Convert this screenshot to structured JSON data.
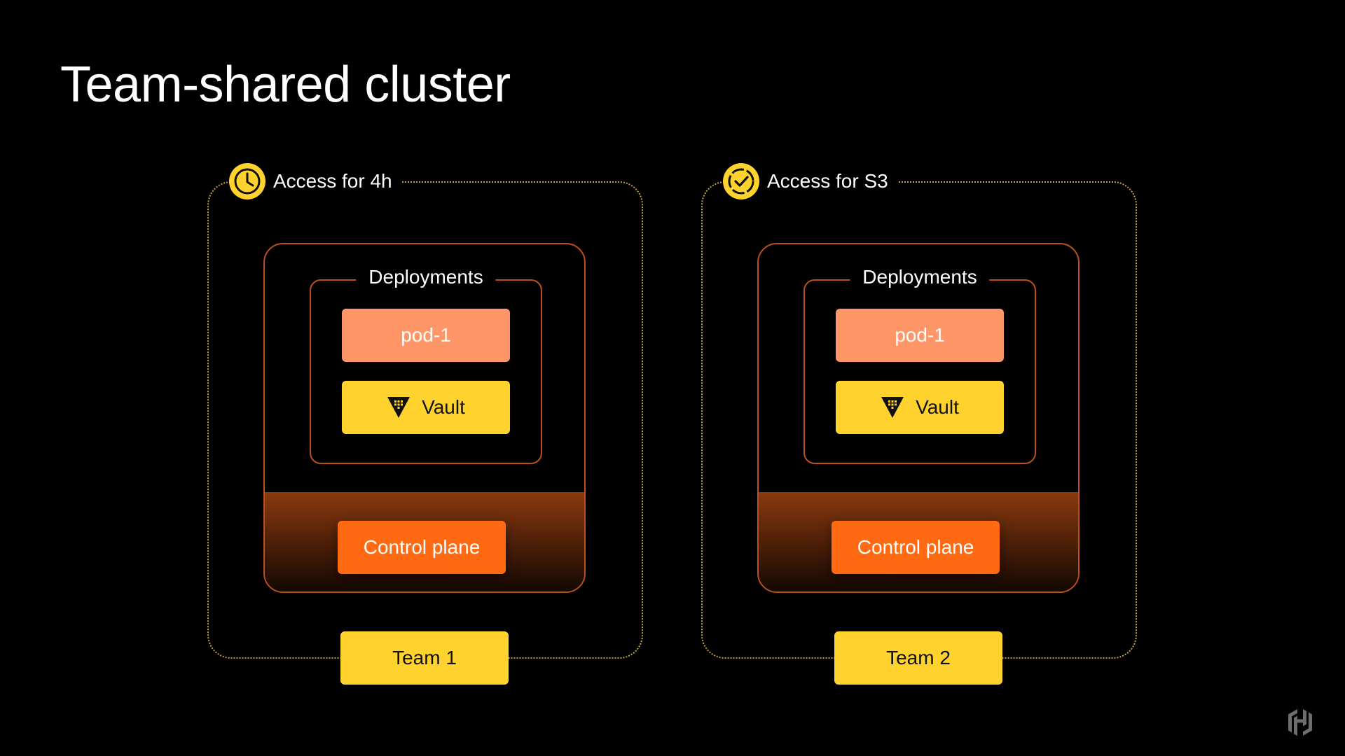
{
  "title": "Team-shared cluster",
  "colors": {
    "background": "#000000",
    "dotted_frame": "#c9a13a",
    "cluster_border": "#b9501e",
    "pod": "#ff9667",
    "vault": "#ffd22e",
    "control_plane": "#ff6a13",
    "team": "#ffd22e"
  },
  "panels": [
    {
      "access_icon": "clock-icon",
      "access_label": "Access for 4h",
      "deployments_label": "Deployments",
      "pod_label": "pod-1",
      "vault_label": "Vault",
      "vault_icon": "vault-logo-icon",
      "control_plane_label": "Control plane",
      "team_label": "Team 1"
    },
    {
      "access_icon": "check-badge-icon",
      "access_label": "Access for S3",
      "deployments_label": "Deployments",
      "pod_label": "pod-1",
      "vault_label": "Vault",
      "vault_icon": "vault-logo-icon",
      "control_plane_label": "Control plane",
      "team_label": "Team 2"
    }
  ],
  "footer_logo": "hashicorp-logo-icon"
}
